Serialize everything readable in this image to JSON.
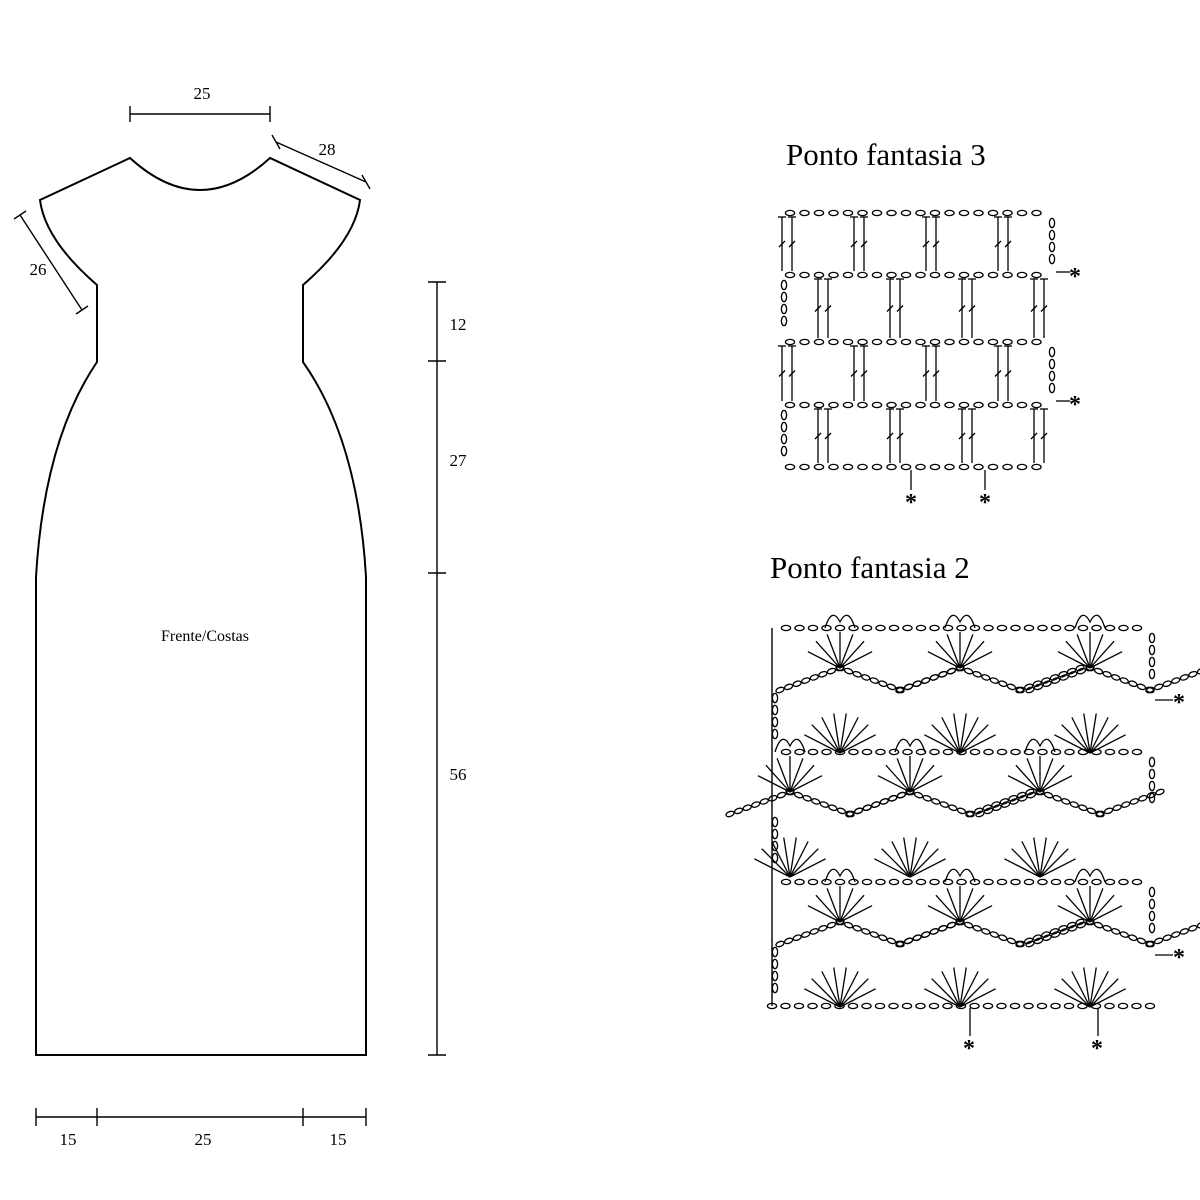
{
  "pattern": {
    "piece_label": "Frente/Costas",
    "dimensions": {
      "neck_width": "25",
      "shoulder": "28",
      "armhole": "26",
      "waist_height": "12",
      "hip_height": "27",
      "skirt_height": "56",
      "hem_left": "15",
      "hem_center": "25",
      "hem_right": "15"
    }
  },
  "charts": {
    "stitch3": {
      "title": "Ponto fantasia 3",
      "repeat_mark": "*"
    },
    "stitch2": {
      "title": "Ponto fantasia 2",
      "repeat_mark": "*"
    }
  }
}
